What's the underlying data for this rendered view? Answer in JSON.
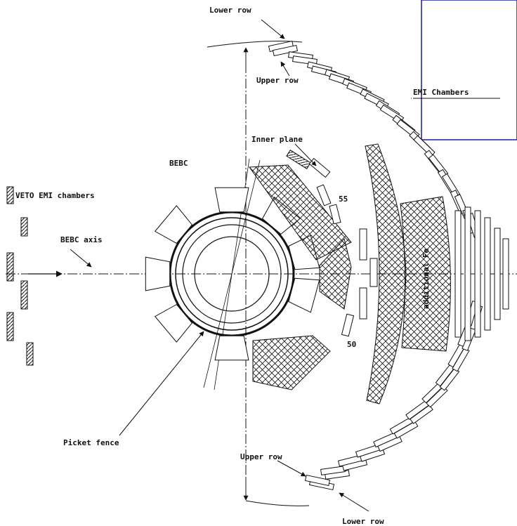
{
  "labels": {
    "lower_row_top": "Lower row",
    "upper_row_top": "Upper row",
    "emi_chambers": "EMI Chambers",
    "inner_plane": "Inner plane",
    "bebc": "BEBC",
    "veto": "VETO EMI chambers",
    "bebc_axis": "BEBC axis",
    "num_55": "55",
    "num_50": "50",
    "additional_fe": "additional Fe",
    "picket_fence": "Picket fence",
    "upper_row_bottom": "Upper row",
    "lower_row_bottom": "Lower row"
  },
  "colors": {
    "ink": "#111111",
    "legend_border": "#1a1aa0"
  }
}
